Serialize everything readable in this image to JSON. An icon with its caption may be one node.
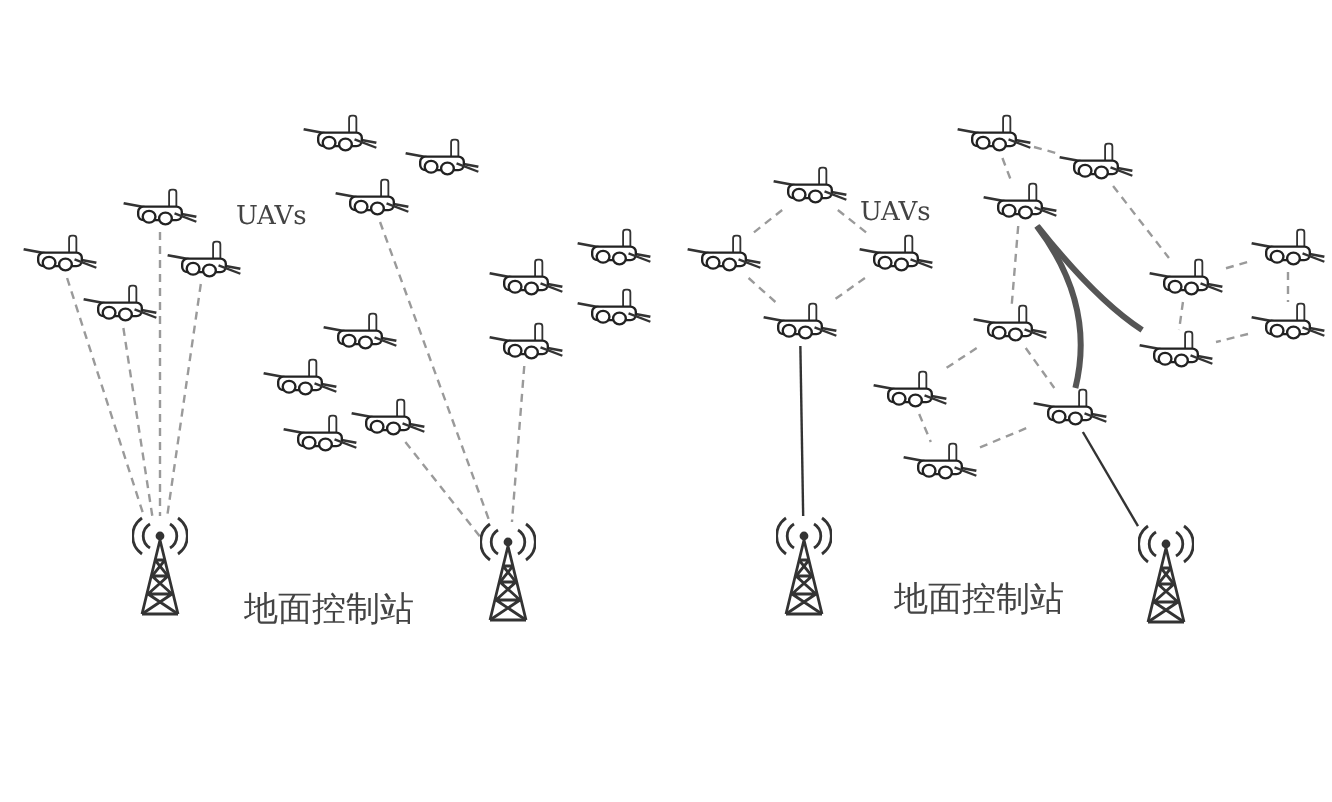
{
  "diagram": {
    "nodes": [
      {
        "text": [],
        "shape": "picture"
      },
      {
        "text": [],
        "shape": "picture"
      },
      {
        "text": [],
        "shape": "picture"
      },
      {
        "text": [],
        "shape": "picture"
      },
      {
        "text": [],
        "shape": "picture"
      },
      {
        "text": [],
        "shape": "picture"
      },
      {
        "text": [],
        "shape": "picture"
      },
      {
        "text": [],
        "shape": "picture"
      },
      {
        "text": [],
        "shape": "picture"
      },
      {
        "text": [],
        "shape": "picture"
      },
      {
        "text": [],
        "shape": "picture"
      },
      {
        "text": [],
        "shape": "picture"
      },
      {
        "text": [],
        "shape": "picture"
      },
      {
        "text": [],
        "shape": "picture"
      },
      {
        "text": [],
        "shape": "picture"
      },
      {
        "text": [],
        "shape": "picture"
      },
      {
        "text": [],
        "shape": "picture"
      },
      {
        "text": [],
        "shape": "picture"
      },
      {
        "text": [],
        "shape": "picture"
      },
      {
        "text": [],
        "shape": "picture"
      },
      {
        "text": [],
        "shape": "picture"
      },
      {
        "text": [],
        "shape": "picture"
      },
      {
        "text": [],
        "shape": "picture"
      },
      {
        "text": [],
        "shape": "picture"
      },
      {
        "text": [],
        "shape": "picture"
      },
      {
        "text": [],
        "shape": "picture"
      },
      {
        "text": [],
        "shape": "picture"
      },
      {
        "text": [],
        "shape": "picture"
      },
      {
        "text": [],
        "shape": "picture"
      },
      {
        "text": [],
        "shape": "picture"
      },
      {
        "text": [],
        "shape": "picture"
      },
      {
        "text": [],
        "shape": "picture"
      },
      {
        "text": [],
        "shape": "picture"
      },
      {
        "text": [],
        "shape": "picture"
      }
    ],
    "edges": [
      {
        "from": 0,
        "to": 15,
        "arrow": "none",
        "style": "dashed"
      },
      {
        "from": 3,
        "to": 15,
        "arrow": "none",
        "style": "dashed"
      },
      {
        "from": 1,
        "to": 15,
        "arrow": "none",
        "style": "dashed"
      },
      {
        "from": 2,
        "to": 15,
        "arrow": "none",
        "style": "dashed"
      },
      {
        "from": 6,
        "to": 16,
        "arrow": "none",
        "style": "dashed"
      },
      {
        "from": 10,
        "to": 16,
        "arrow": "none",
        "style": "dashed"
      },
      {
        "from": 14,
        "to": 16,
        "arrow": "none",
        "style": "dashed"
      },
      {
        "from": 20,
        "to": 32,
        "arrow": "none",
        "color": "#333333"
      },
      {
        "from": 27,
        "to": 33,
        "arrow": "none",
        "color": "#333333"
      },
      {
        "from": 17,
        "to": 18,
        "arrow": "none",
        "style": "dashed"
      },
      {
        "from": 17,
        "to": 19,
        "arrow": "none",
        "style": "dashed"
      },
      {
        "from": 18,
        "to": 20,
        "arrow": "none",
        "style": "dashed"
      },
      {
        "from": 19,
        "to": 20,
        "arrow": "none",
        "style": "dashed"
      },
      {
        "from": 21,
        "to": 22,
        "arrow": "none",
        "style": "dashed"
      },
      {
        "from": 21,
        "to": 23,
        "arrow": "none",
        "style": "dashed"
      },
      {
        "from": 22,
        "to": 28,
        "arrow": "none",
        "style": "dashed"
      },
      {
        "from": 23,
        "to": 24,
        "arrow": "none",
        "style": "dashed"
      },
      {
        "from": 24,
        "to": 25,
        "arrow": "none",
        "style": "dashed"
      },
      {
        "from": 25,
        "to": 26,
        "arrow": "none",
        "style": "dashed"
      },
      {
        "from": 26,
        "to": 27,
        "arrow": "none",
        "style": "dashed"
      },
      {
        "from": 24,
        "to": 27,
        "arrow": "none",
        "style": "dashed"
      },
      {
        "from": 28,
        "to": 29,
        "arrow": "none",
        "style": "dashed"
      },
      {
        "from": 29,
        "to": 30,
        "arrow": "none",
        "style": "dashed"
      },
      {
        "from": 30,
        "to": 31,
        "arrow": "none",
        "style": "dashed"
      },
      {
        "from": 28,
        "to": 31,
        "arrow": "none",
        "style": "dashed"
      },
      {
        "from": 23,
        "to": 31,
        "arrow": "none",
        "style": "thick"
      },
      {
        "from": 27,
        "to": 23,
        "arrow": "none",
        "style": "thick"
      }
    ],
    "labels": [
      "UAVs",
      "UAVs",
      "地面控制站",
      "地面控制站"
    ]
  }
}
